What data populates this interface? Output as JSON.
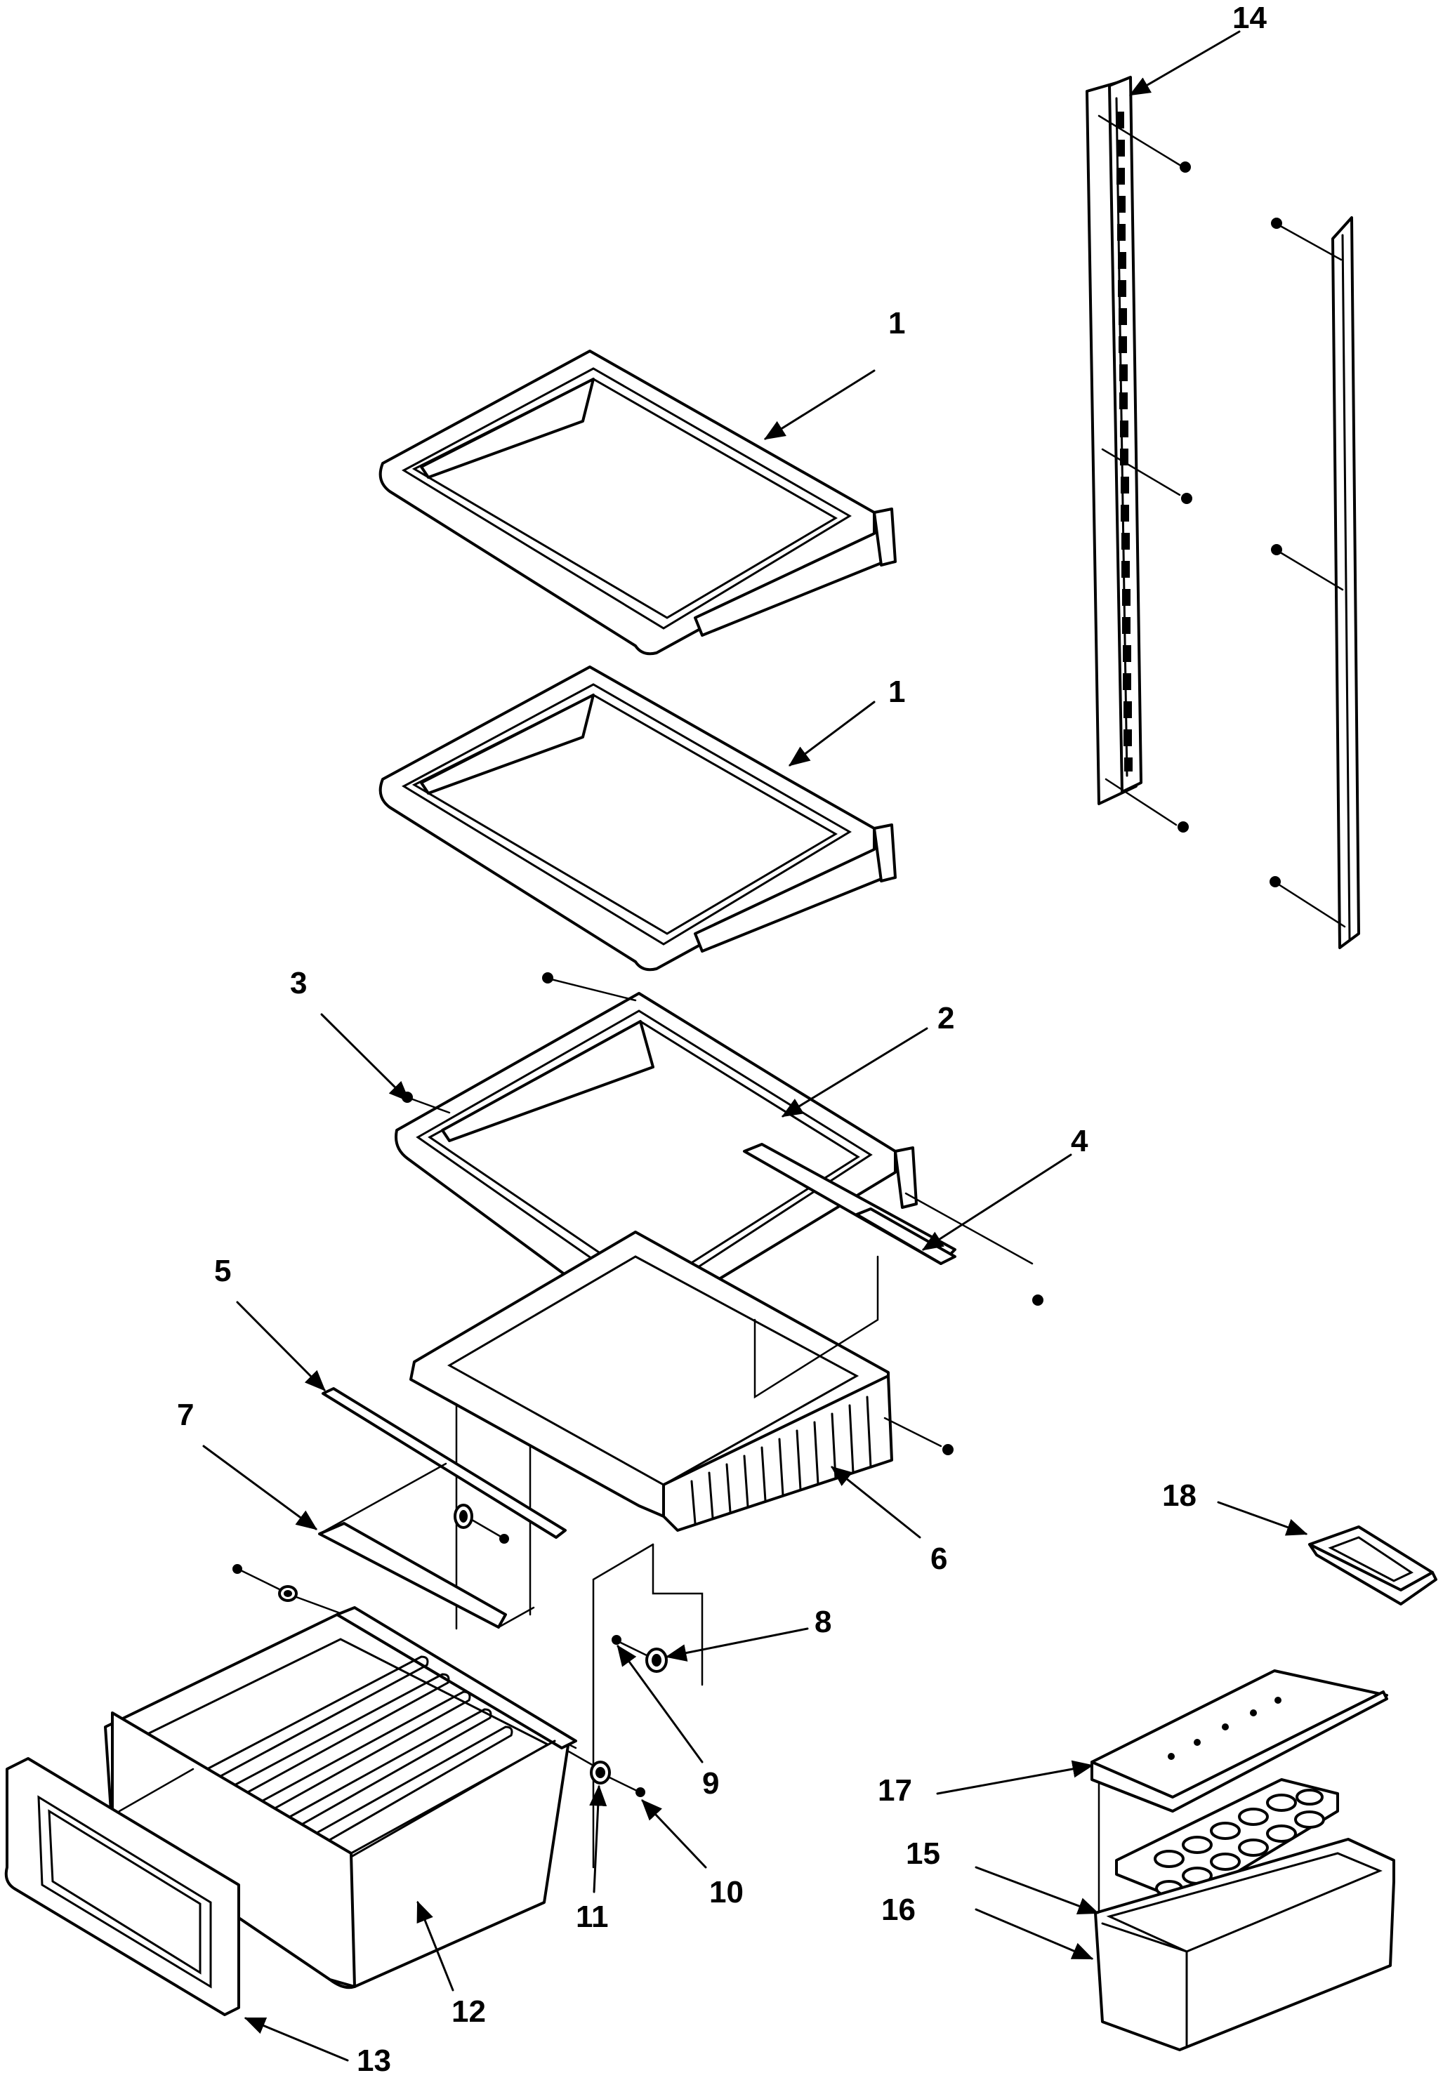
{
  "diagram": {
    "callouts": [
      {
        "id": "1a",
        "text": "1"
      },
      {
        "id": "1b",
        "text": "1"
      },
      {
        "id": "2",
        "text": "2"
      },
      {
        "id": "3",
        "text": "3"
      },
      {
        "id": "4",
        "text": "4"
      },
      {
        "id": "5",
        "text": "5"
      },
      {
        "id": "6",
        "text": "6"
      },
      {
        "id": "7",
        "text": "7"
      },
      {
        "id": "8",
        "text": "8"
      },
      {
        "id": "9",
        "text": "9"
      },
      {
        "id": "10",
        "text": "10"
      },
      {
        "id": "11",
        "text": "11"
      },
      {
        "id": "12",
        "text": "12"
      },
      {
        "id": "13",
        "text": "13"
      },
      {
        "id": "14",
        "text": "14"
      },
      {
        "id": "15",
        "text": "15"
      },
      {
        "id": "16",
        "text": "16"
      },
      {
        "id": "17",
        "text": "17"
      },
      {
        "id": "18",
        "text": "18"
      }
    ]
  }
}
